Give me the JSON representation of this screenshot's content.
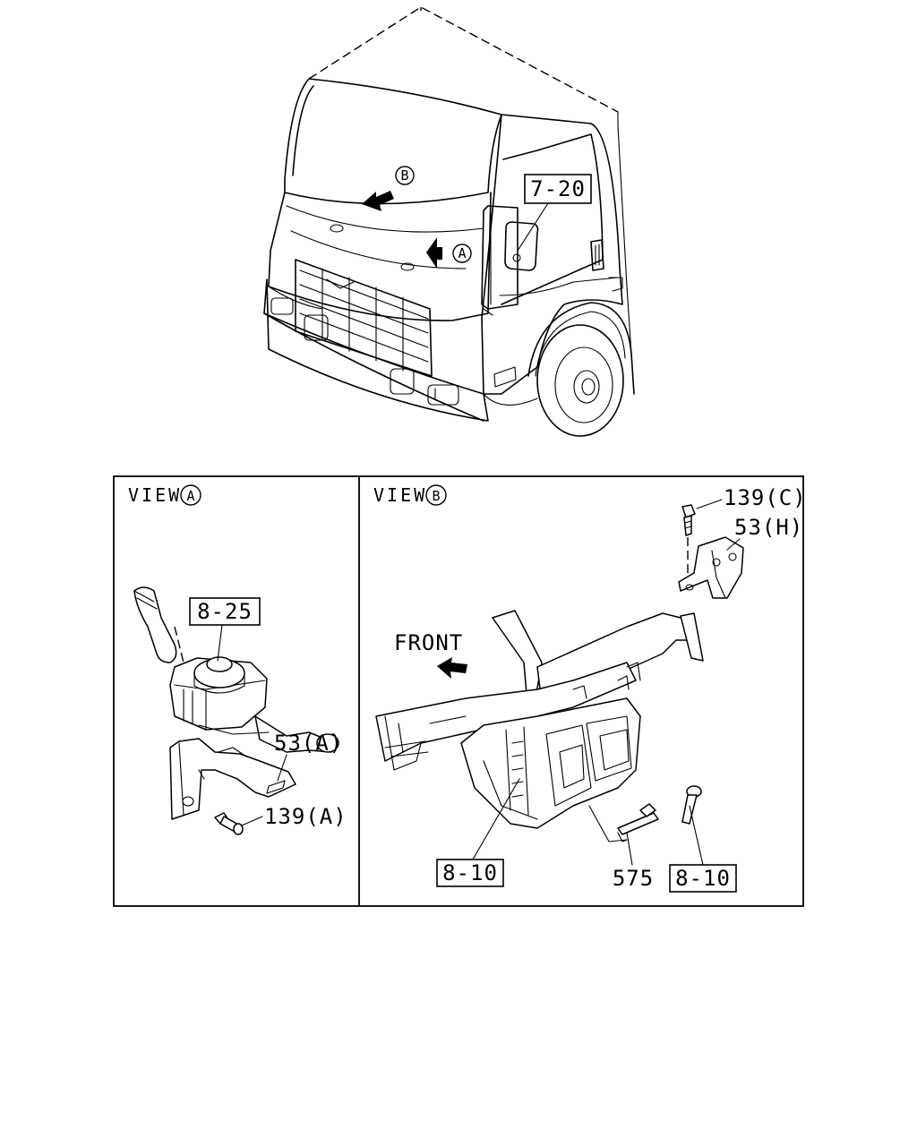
{
  "truck_view": {
    "marker_b": "B",
    "marker_a": "A",
    "ref_mirror": "7-20"
  },
  "view_a": {
    "title_prefix": "VIEW",
    "marker": "A",
    "ref_switch": "8-25",
    "part_bracket": "53(A)",
    "part_bolt": "139(A)"
  },
  "view_b": {
    "title_prefix": "VIEW",
    "marker": "B",
    "front_label": "FRONT",
    "part_bolt": "139(C)",
    "part_bracket": "53(H)",
    "ref_left": "8-10",
    "part_connector": "575",
    "ref_right": "8-10"
  }
}
